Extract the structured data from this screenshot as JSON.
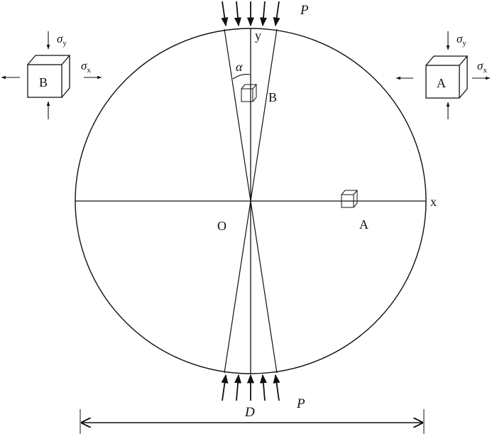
{
  "labels": {
    "load_top": "P",
    "load_bottom": "P",
    "y_axis": "y",
    "x_axis": "x",
    "origin": "O",
    "angle": "α",
    "point_b": "B",
    "point_a": "A",
    "diameter": "D"
  },
  "element_b": {
    "label": "B",
    "sigma_y": "σ",
    "sigma_y_sub": "y",
    "sigma_x": "σ",
    "sigma_x_sub": "x"
  },
  "element_a": {
    "label": "A",
    "sigma_y": "σ",
    "sigma_y_sub": "y",
    "sigma_x": "σ",
    "sigma_x_sub": "x"
  },
  "colors": {
    "ink": "#111111",
    "background": "#ffffff"
  }
}
